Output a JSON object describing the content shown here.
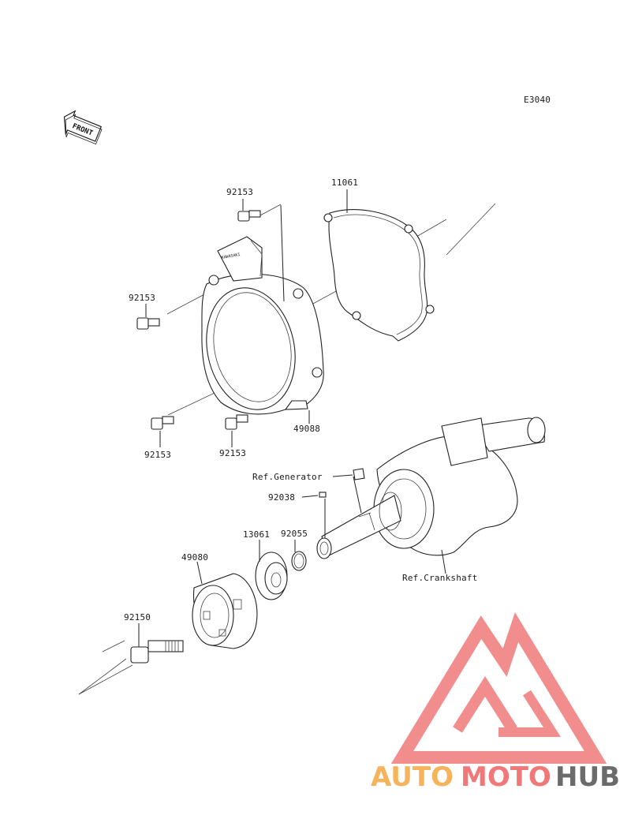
{
  "diagram": {
    "code": "E3040",
    "front_label": "FRONT",
    "cover_mark": "KAWASAKI",
    "labels": {
      "bolt_top": "92153",
      "gasket": "11061",
      "bolt_left": "92153",
      "cover_part": "49088",
      "bolt_bottom_left": "92153",
      "bolt_bottom_mid": "92153",
      "ref_generator": "Ref.Generator",
      "key": "92038",
      "washer": "13061",
      "oring": "92055",
      "cup": "49080",
      "bolt_long": "92150",
      "ref_crankshaft": "Ref.Crankshaft"
    }
  },
  "watermark": {
    "part1": "AUTO",
    "part2": "MOTO",
    "part3": "HUB",
    "color1": "#f7b35c",
    "color2": "#f07878",
    "color3": "#6b6b6b",
    "logo_color": "#f07a7a"
  }
}
